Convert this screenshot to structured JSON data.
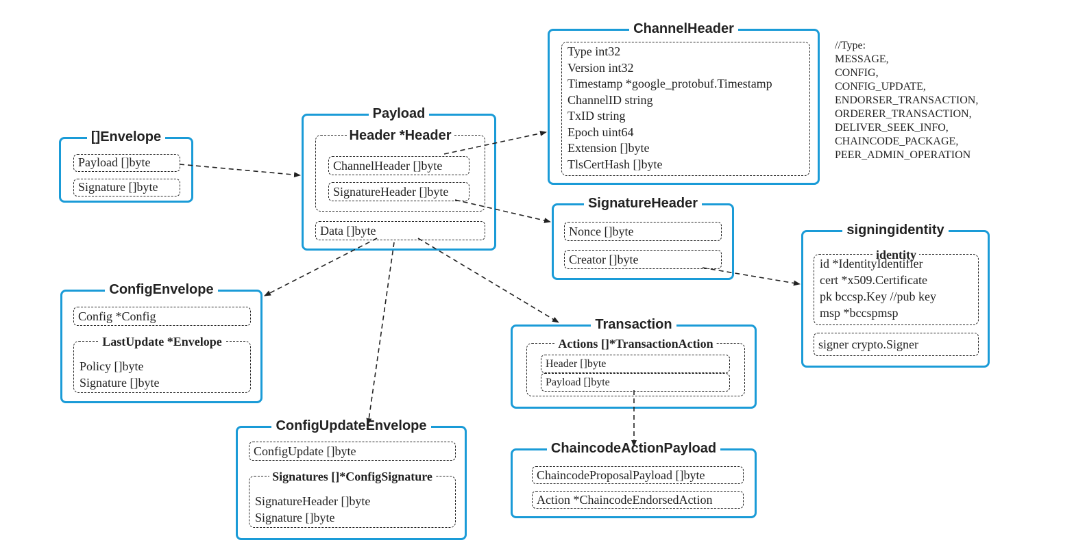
{
  "envelope": {
    "title": "[]Envelope",
    "fields": [
      "Payload []byte",
      "Signature []byte"
    ]
  },
  "payload": {
    "title": "Payload",
    "header_group": {
      "title": "Header *Header",
      "fields": [
        "ChannelHeader []byte",
        "SignatureHeader []byte"
      ]
    },
    "data_field": "Data []byte"
  },
  "channel_header": {
    "title": "ChannelHeader",
    "fields": [
      "Type int32",
      "Version int32",
      "Timestamp *google_protobuf.Timestamp",
      "ChannelID string",
      "TxID string",
      "Epoch uint64",
      "Extension []byte",
      "TlsCertHash []byte"
    ]
  },
  "type_note": {
    "lines": [
      "//Type:",
      "MESSAGE,",
      "CONFIG,",
      "CONFIG_UPDATE,",
      "ENDORSER_TRANSACTION,",
      "ORDERER_TRANSACTION,",
      "DELIVER_SEEK_INFO,",
      "CHAINCODE_PACKAGE,",
      "PEER_ADMIN_OPERATION"
    ]
  },
  "signature_header": {
    "title": "SignatureHeader",
    "fields": [
      "Nonce []byte",
      "Creator []byte"
    ]
  },
  "signing_identity": {
    "title": "signingidentity",
    "identity_group": {
      "title": "identity",
      "lines": [
        "id *IdentityIdentifier",
        "cert *x509.Certificate",
        "pk bccsp.Key //pub key",
        "msp *bccspmsp"
      ]
    },
    "signer_field": "signer crypto.Signer"
  },
  "config_envelope": {
    "title": "ConfigEnvelope",
    "config_field": "Config *Config",
    "last_update_group": {
      "title": "LastUpdate *Envelope",
      "lines": [
        "Policy []byte",
        "Signature []byte"
      ]
    }
  },
  "config_update_envelope": {
    "title": "ConfigUpdateEnvelope",
    "config_update_field": "ConfigUpdate []byte",
    "signatures_group": {
      "title": "Signatures []*ConfigSignature",
      "lines": [
        "SignatureHeader []byte",
        "Signature []byte"
      ]
    }
  },
  "transaction": {
    "title": "Transaction",
    "actions_group": {
      "title": "Actions []*TransactionAction",
      "fields": [
        "Header []byte",
        "Payload []byte"
      ]
    }
  },
  "chaincode_action_payload": {
    "title": "ChaincodeActionPayload",
    "fields": [
      "ChaincodeProposalPayload []byte",
      "Action *ChaincodeEndorsedAction"
    ]
  },
  "colors": {
    "box_border": "#1a9bd7",
    "text": "#222222",
    "arrow": "#222222"
  }
}
